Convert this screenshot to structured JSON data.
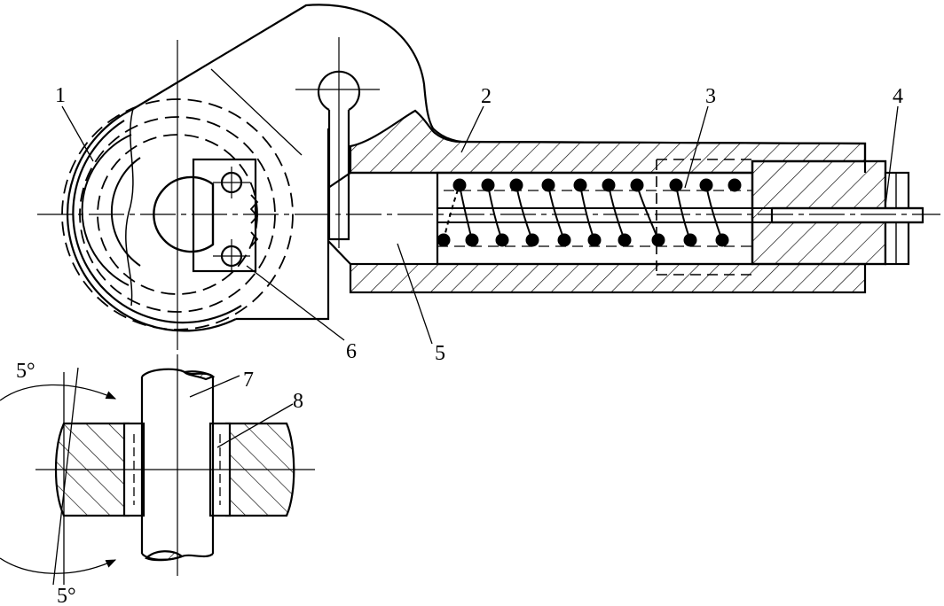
{
  "diagram": {
    "labels": {
      "part_1": "1",
      "part_2": "2",
      "part_3": "3",
      "part_4": "4",
      "part_5": "5",
      "part_6": "6",
      "part_7": "7",
      "part_8": "8",
      "angle_top": "5°",
      "angle_bottom": "5°"
    },
    "colors": {
      "ink": "#000000",
      "paper": "#ffffff"
    }
  }
}
